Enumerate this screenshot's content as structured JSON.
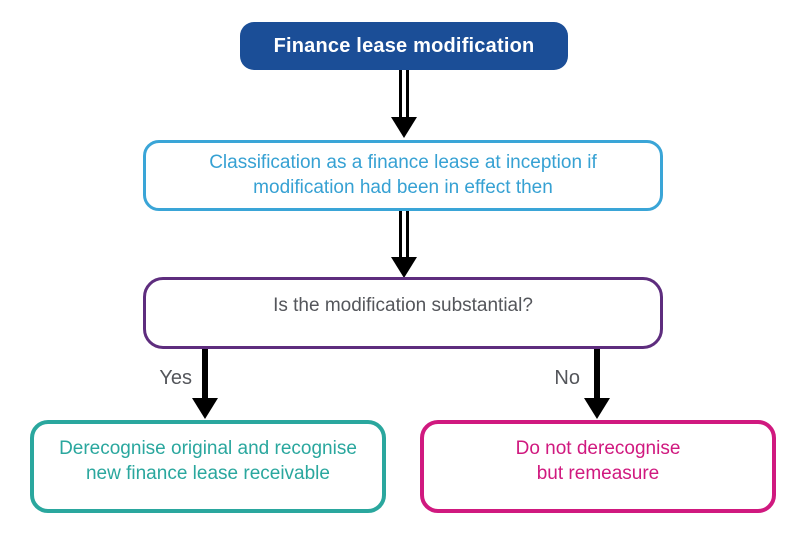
{
  "flowchart": {
    "background": "#ffffff",
    "arrow_color": "#000000",
    "nodes": {
      "start": {
        "label": "Finance lease modification",
        "fill": "#1b4e97",
        "text_color": "#ffffff"
      },
      "classification": {
        "label": "Classification as a finance lease at inception if\nmodification had been in effect then",
        "border_color": "#3aa5d7",
        "text_color": "#36a1d3"
      },
      "question": {
        "label": "Is the modification substantial?",
        "border_color": "#5e2d7e",
        "text_color": "#54565b"
      },
      "yes_outcome": {
        "label": "Derecognise original and recognise\nnew finance lease receivable",
        "border_color": "#2aa79e",
        "text_color": "#2aa79e"
      },
      "no_outcome": {
        "label": "Do not derecognise\nbut remeasure",
        "border_color": "#d0197f",
        "text_color": "#d0197f"
      }
    },
    "branches": {
      "yes_label": "Yes",
      "no_label": "No",
      "label_color": "#54565b"
    }
  }
}
